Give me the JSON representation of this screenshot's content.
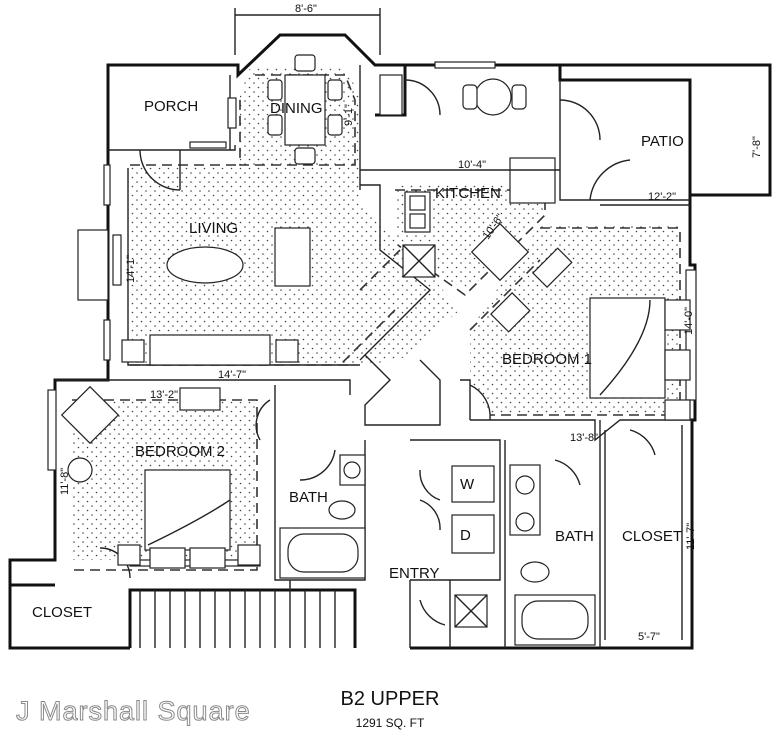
{
  "rooms": {
    "porch": "PORCH",
    "dining": "DINING",
    "patio": "PATIO",
    "kitchen": "KITCHEN",
    "living": "LIVING",
    "bedroom1": "BEDROOM 1",
    "bedroom2": "BEDROOM 2",
    "bath_left": "BATH",
    "bath_right": "BATH",
    "closet_right": "CLOSET",
    "closet_left": "CLOSET",
    "entry": "ENTRY",
    "washer": "W",
    "dryer": "D"
  },
  "dimensions": {
    "dining_width": "8'-6\"",
    "dining_depth": "9'-1\"",
    "kitchen_width": "10'-4\"",
    "kitchen_depth": "10'-6\"",
    "patio_width": "12'-2\"",
    "patio_depth": "7'-8\"",
    "living_depth": "14'-1\"",
    "living_width": "14'-7\"",
    "bedroom1_depth": "14'-0\"",
    "bedroom1_width": "13'-8\"",
    "bedroom2_width": "13'-2\"",
    "bedroom2_depth": "11'-8\"",
    "closet_depth": "11'-7\"",
    "closet_width": "5'-7\""
  },
  "footer": {
    "brand": "J Marshall Square",
    "plan_name": "B2 UPPER",
    "area": "1291 SQ. FT"
  }
}
